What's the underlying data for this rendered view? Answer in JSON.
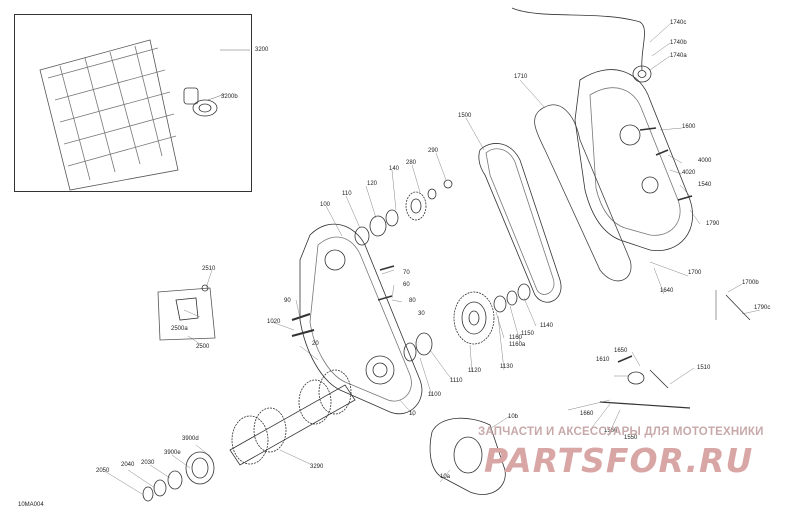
{
  "figure_id": "10MA004",
  "watermark": {
    "line1": "ЗАПЧАСТИ И АКСЕССУАРЫ ДЛЯ МОТОТЕХНИКИ",
    "logo": "PARTSFOR.RU"
  },
  "callouts": {
    "c3200": "3200",
    "c3200b": "3200b",
    "c1740c": "1740c",
    "c1740b": "1740b",
    "c1740a": "1740a",
    "c1710": "1710",
    "c1500": "1500",
    "c1600": "1600",
    "c4000": "4000",
    "c4020": "4020",
    "c1540": "1540",
    "c1790": "1790",
    "c290": "290",
    "c280": "280",
    "c140": "140",
    "c120": "120",
    "c110": "110",
    "c100": "100",
    "c70": "70",
    "c60": "60",
    "c80": "80",
    "c90": "90",
    "c1020": "1020",
    "c30": "30",
    "c20": "20",
    "c10": "10",
    "c1100": "1100",
    "c1110": "1110",
    "c1120": "1120",
    "c1130": "1130",
    "c1140": "1140",
    "c1150": "1150",
    "c1160": "1160",
    "c1160a": "1160a",
    "c1700": "1700",
    "c1640": "1640",
    "c1700b": "1700b",
    "c1790c": "1790c",
    "c2510": "2510",
    "c2500a": "2500a",
    "c2500": "2500",
    "c1650": "1650",
    "c1610": "1610",
    "c1510": "1510",
    "c1660": "1660",
    "c1560": "1560",
    "c1550": "1550",
    "c10b": "10b",
    "c10a": "10a",
    "c3900d": "3900d",
    "c3900e": "3900e",
    "c2030": "2030",
    "c2040": "2040",
    "c2050": "2050",
    "c3290": "3290"
  }
}
